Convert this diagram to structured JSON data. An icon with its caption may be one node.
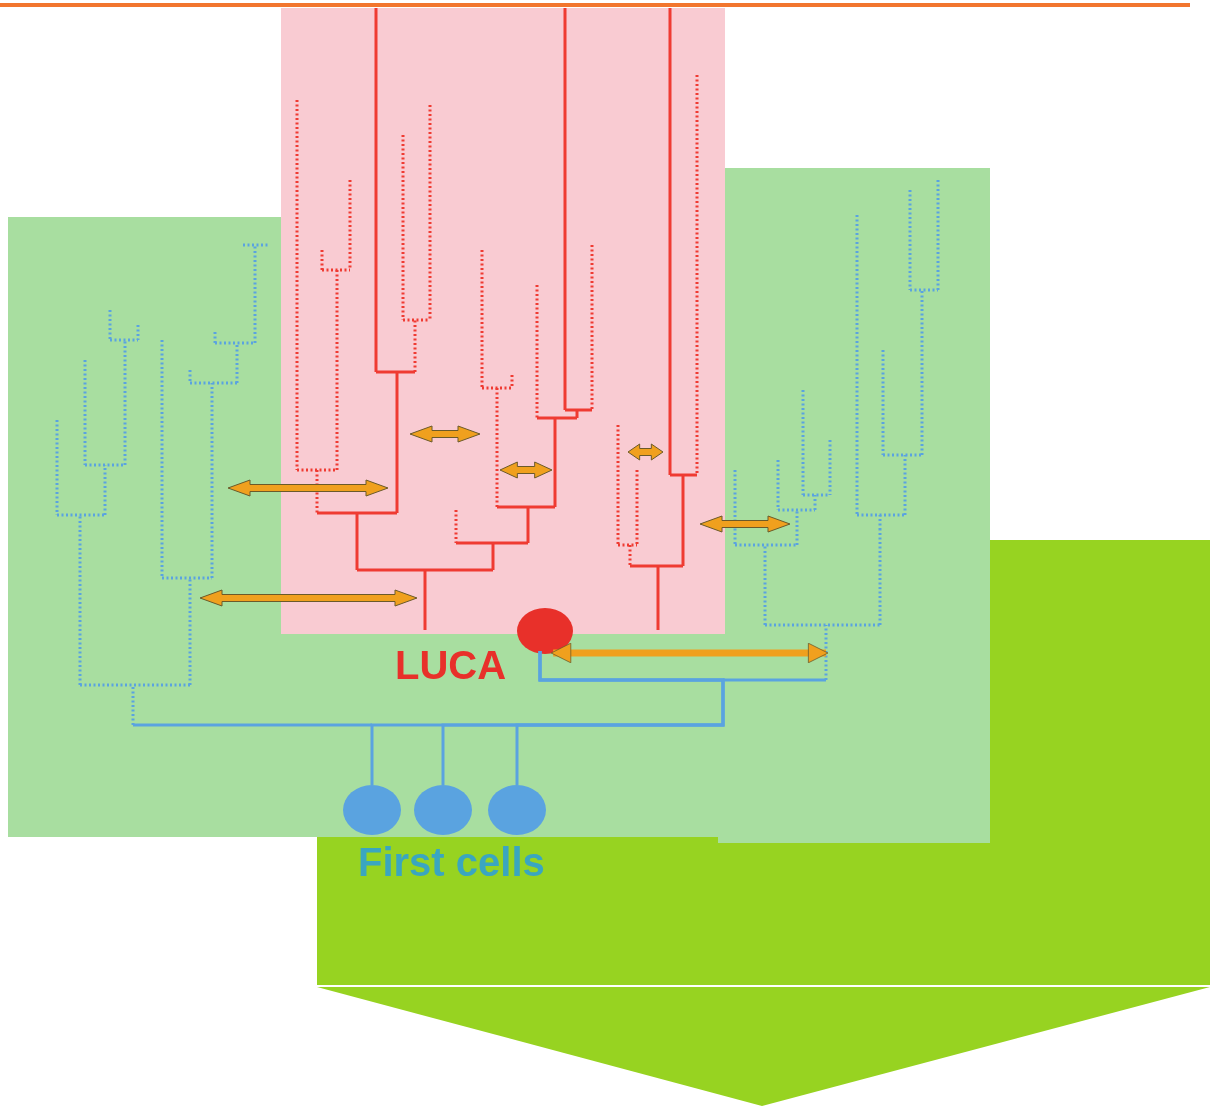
{
  "diagram": {
    "nodes": [
      {
        "text": [],
        "shape": "circle",
        "beside": [
          "LUCA"
        ]
      },
      {
        "text": [],
        "shape": "circle"
      },
      {
        "text": [],
        "shape": "circle"
      },
      {
        "text": [],
        "shape": "circle"
      }
    ],
    "edges": [
      {
        "from": 1,
        "to": 0,
        "arrow": "none"
      },
      {
        "from": 2,
        "to": 0,
        "arrow": "none"
      },
      {
        "from": 3,
        "to": 0,
        "arrow": "none"
      },
      {
        "from": 0,
        "to": null,
        "arrow": "both",
        "style": "thick",
        "color": "#f0a01e"
      }
    ],
    "labels": [
      "First cells"
    ]
  }
}
